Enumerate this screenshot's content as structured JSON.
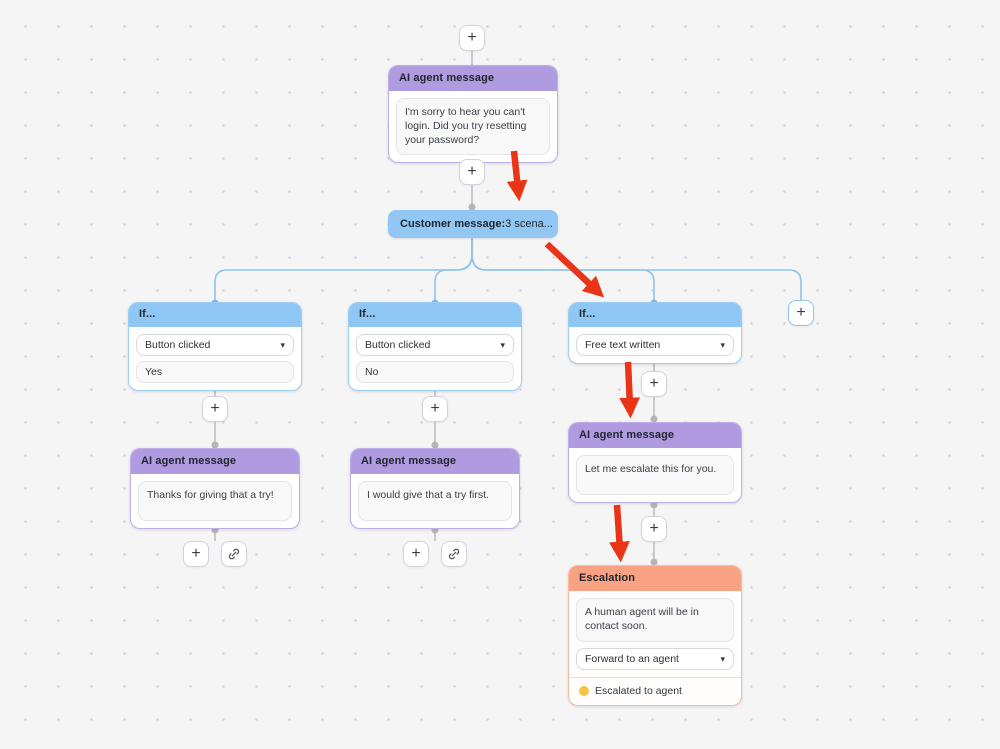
{
  "icons": {
    "plus": "+",
    "caret": "▾"
  },
  "colors": {
    "purple_header": "#b19be0",
    "blue_header": "#8ec7f3",
    "orange_header": "#f9a283",
    "customer_node": "#92c7f4",
    "arrow_red": "#e93418",
    "status_dot": "#f5c644",
    "connector_gray": "#c9c9cd",
    "connector_blue": "#8fc3ee"
  },
  "nodes": {
    "ai_top": {
      "title": "AI agent message",
      "message": "I'm sorry to hear you can't login. Did you try resetting your password?"
    },
    "customer": {
      "label_bold": "Customer message:",
      "label_rest": "3 scena..."
    },
    "if_yes": {
      "title": "If...",
      "condition": "Button clicked",
      "value": "Yes"
    },
    "if_no": {
      "title": "If...",
      "condition": "Button clicked",
      "value": "No"
    },
    "if_free_text": {
      "title": "If...",
      "condition": "Free text written"
    },
    "ai_thanks": {
      "title": "AI agent message",
      "message": "Thanks for giving that a try!"
    },
    "ai_try_first": {
      "title": "AI agent message",
      "message": "I would give that a try first."
    },
    "ai_escalate": {
      "title": "AI agent message",
      "message": "Let me escalate this for you."
    },
    "escalation": {
      "title": "Escalation",
      "message": "A human agent will be in contact soon.",
      "action": "Forward to an agent",
      "status": "Escalated to agent"
    }
  }
}
